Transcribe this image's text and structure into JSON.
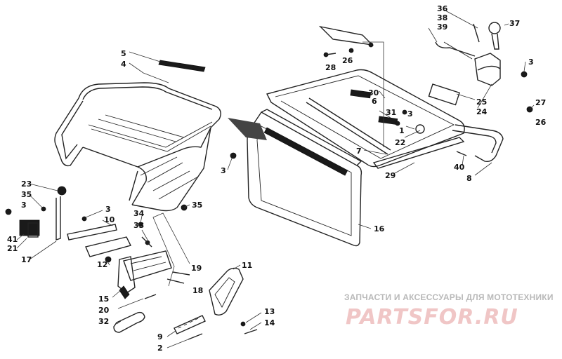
{
  "callouts": [
    "1",
    "2",
    "3",
    "4",
    "5",
    "6",
    "7",
    "8",
    "9",
    "10",
    "11",
    "12",
    "13",
    "14",
    "15",
    "16",
    "17",
    "18",
    "19",
    "20",
    "21",
    "22",
    "23",
    "24",
    "25",
    "26",
    "27",
    "28",
    "29",
    "30",
    "31",
    "32",
    "33",
    "34",
    "35",
    "36",
    "37",
    "38",
    "39",
    "40",
    "41"
  ],
  "watermark": {
    "tagline": "ЗАПЧАСТИ И АКСЕССУАРЫ ДЛЯ МОТОТЕХНИКИ",
    "logo": "PARTSFOR.RU"
  }
}
